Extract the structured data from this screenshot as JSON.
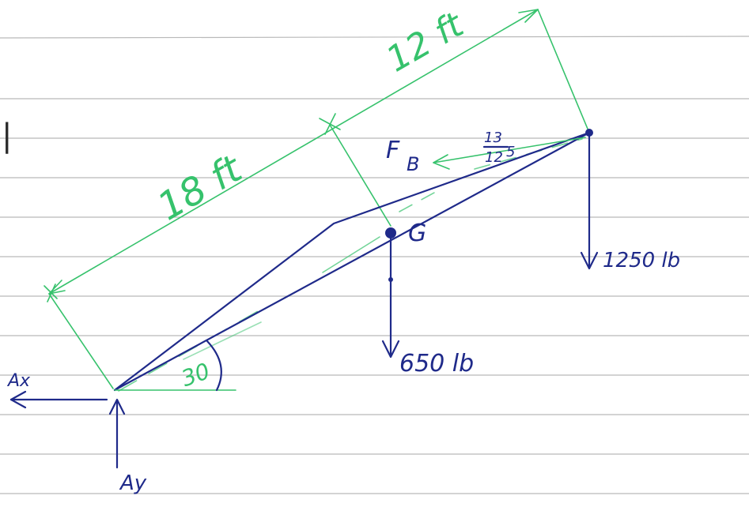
{
  "diagram": {
    "labels": {
      "dim_12": "12 ft",
      "dim_18": "18 ft",
      "force_b": "F",
      "force_b_sub": "B",
      "slope_top": "13",
      "slope_bottom": "12",
      "slope_side": "5",
      "load_right": "1250 lb",
      "load_center": "650 lb",
      "center_mark": "G",
      "angle": "30",
      "reaction_x": "Ax",
      "reaction_y": "Ay",
      "margin_mark": "|"
    },
    "colors": {
      "dimension_lines": "#36c26c",
      "structure_ink": "#1f2a8a",
      "ruled_lines": "#b9b9b9"
    }
  }
}
